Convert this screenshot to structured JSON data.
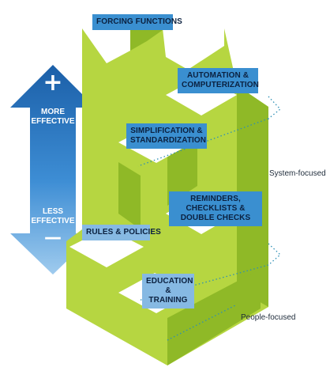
{
  "levels": [
    {
      "id": "forcing",
      "label": "FORCING FUNCTIONS"
    },
    {
      "id": "automation",
      "label": "AUTOMATION & COMPUTERIZATION"
    },
    {
      "id": "simplification",
      "label": "SIMPLIFICATION & STANDARDIZATION"
    },
    {
      "id": "reminders",
      "label": "REMINDERS, CHECKLISTS & DOUBLE CHECKS"
    },
    {
      "id": "rules",
      "label": "RULES & POLICIES"
    },
    {
      "id": "education",
      "label": "EDUCATION & TRAINING"
    }
  ],
  "arrow": {
    "top_symbol": "+",
    "top_text": "MORE EFFECTIVE",
    "bottom_text": "LESS EFFECTIVE",
    "bottom_symbol": "—"
  },
  "side_labels": {
    "system": "System-focused",
    "people": "People-focused"
  },
  "colors": {
    "green_light": "#b6d641",
    "green_dark": "#8fb927",
    "label_strong": "#3a8fd0",
    "label_light": "#86b9e3",
    "arrow_top": "#1b5fa8",
    "arrow_bottom": "#8cc1ea",
    "dotted_line": "#2d8fb5"
  }
}
